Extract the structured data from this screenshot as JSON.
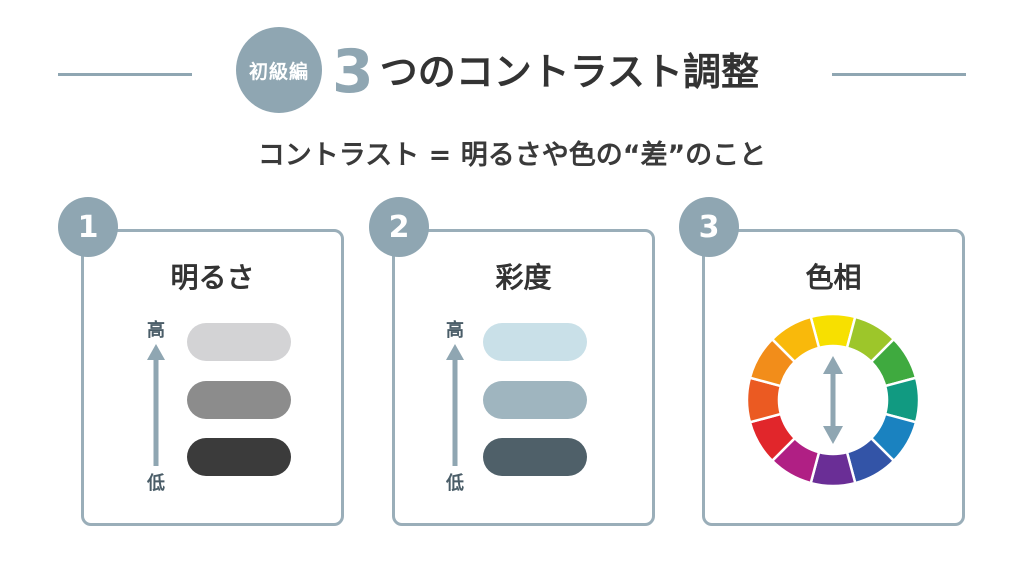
{
  "header": {
    "badge": "初級編",
    "title_number": "3",
    "title_text": "つのコントラスト調整"
  },
  "subtitle": "コントラスト = 明るさや色の“差”のこと",
  "cards": [
    {
      "number": "1",
      "title": "明るさ",
      "high_label": "高",
      "low_label": "低",
      "levels": [
        "#d3d3d5",
        "#8c8c8c",
        "#3b3b3b"
      ]
    },
    {
      "number": "2",
      "title": "彩度",
      "high_label": "高",
      "low_label": "低",
      "levels": [
        "#c9e0e8",
        "#9fb5bf",
        "#4f6069"
      ]
    },
    {
      "number": "3",
      "title": "色相",
      "wheel_colors": [
        "#f7e000",
        "#9dc62a",
        "#3faa3f",
        "#119a81",
        "#1a82c0",
        "#3354a7",
        "#6a2e96",
        "#b01f84",
        "#e1262b",
        "#eb5a22",
        "#f28d1a",
        "#f9b90b"
      ]
    }
  ],
  "colors": {
    "accent": "#8fa6b2",
    "card_border": "#9aaeb9",
    "text": "#333333"
  }
}
